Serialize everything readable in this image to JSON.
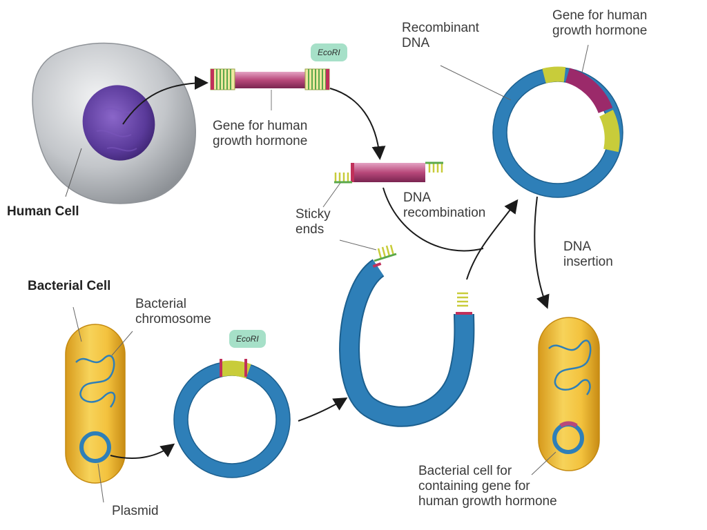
{
  "labels": {
    "human_cell": "Human Cell",
    "gene_hgh_1": "Gene for human\ngrowth hormone",
    "ecori_1": "EcoRI",
    "recombinant_dna": "Recombinant\nDNA",
    "gene_hgh_2": "Gene for human\ngrowth hormone",
    "sticky_ends": "Sticky\nends",
    "dna_recombination": "DNA\nrecombination",
    "dna_insertion": "DNA\ninsertion",
    "bacterial_cell": "Bacterial Cell",
    "bacterial_chromosome": "Bacterial\nchromosome",
    "ecori_2": "EcoRI",
    "plasmid": "Plasmid",
    "bacterial_cell_result": "Bacterial cell for\ncontaining gene for\nhuman growth hormone"
  },
  "colors": {
    "plasmid_blue": "#2e7fb8",
    "gene_magenta": "#b8487a",
    "sticky_yellow": "#d8d23a",
    "sticky_green": "#5aa84a",
    "nucleus_purple": "#5b3a9a",
    "cell_gray": "#b9bcc0",
    "bacteria_yellow": "#f0c040",
    "badge_green": "#a6e0c8"
  }
}
